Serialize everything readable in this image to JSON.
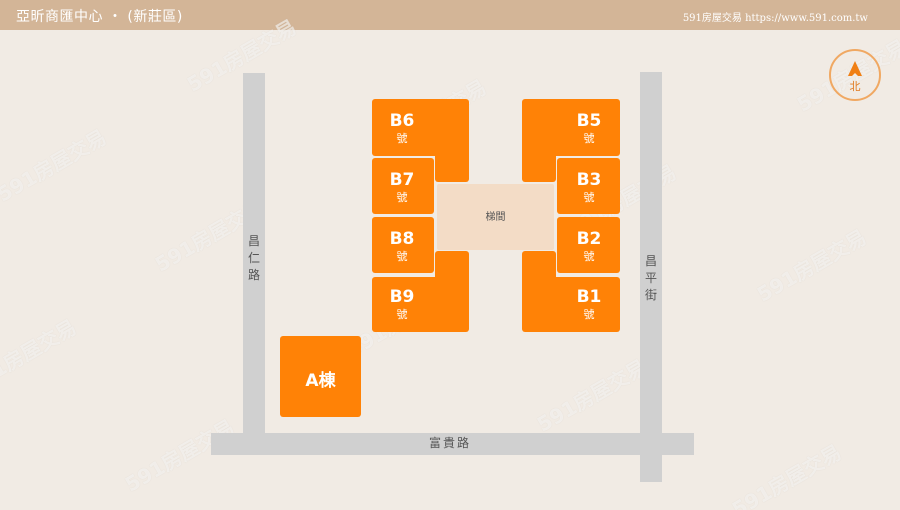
{
  "header": {
    "title": "亞昕商匯中心 ・ (新莊區)",
    "site": "591房屋交易 https://www.591.com.tw"
  },
  "roads": {
    "left": "昌\n仁\n路",
    "left_chars": [
      "昌",
      "仁",
      "路"
    ],
    "right_chars": [
      "昌",
      "平",
      "街"
    ],
    "bottom": "富貴路"
  },
  "compass": {
    "label": "北"
  },
  "stairwell": {
    "label": "梯間"
  },
  "buildings": {
    "A": "A棟",
    "units": [
      {
        "id": "B6",
        "suffix": "號"
      },
      {
        "id": "B7",
        "suffix": "號"
      },
      {
        "id": "B8",
        "suffix": "號"
      },
      {
        "id": "B9",
        "suffix": "號"
      },
      {
        "id": "B5",
        "suffix": "號"
      },
      {
        "id": "B3",
        "suffix": "號"
      },
      {
        "id": "B2",
        "suffix": "號"
      },
      {
        "id": "B1",
        "suffix": "號"
      }
    ]
  },
  "watermark": "591房屋交易",
  "colors": {
    "header": "#d3b597",
    "background": "#f1ebe4",
    "building": "#ff8206",
    "stairwell": "#f3dcc6",
    "road": "#d0d0d0",
    "compass": "#f07f14"
  }
}
